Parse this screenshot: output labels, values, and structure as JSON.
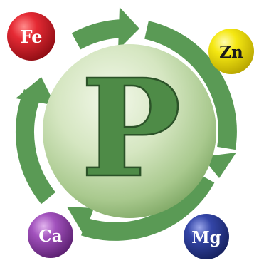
{
  "center": {
    "label": "P"
  },
  "elements": [
    {
      "label": "Fe"
    },
    {
      "label": "Zn"
    },
    {
      "label": "Ca"
    },
    {
      "label": "Mg"
    }
  ],
  "colors": {
    "arrow_green": "#5a9a55",
    "arrow_dark": "#3f7a3c",
    "sphere_light": "#eef5e1",
    "sphere_mid": "#c7ddb0",
    "sphere_dark": "#7fa865",
    "letter_fill": "#4e8b47",
    "letter_stroke": "#2b5228",
    "fe_ball": "#d81e2a",
    "zn_ball": "#f4e60e",
    "ca_ball": "#9a4ab0",
    "mg_ball": "#2f3f9c"
  }
}
